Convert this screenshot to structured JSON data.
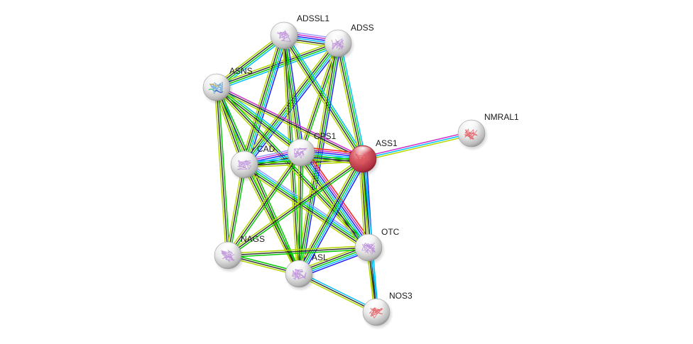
{
  "diagram": {
    "type": "protein-interaction-network",
    "query_protein": "ASS1",
    "evidence_colors": {
      "known_curated": "#00c0ff",
      "known_experimental": "#cc33cc",
      "predicted_neighborhood": "#00cc00",
      "predicted_fusion": "#ff2020",
      "predicted_cooccurrence": "#2020ff",
      "textmining": "#b4d900",
      "coexpression": "#333333",
      "homology": "#9999ff"
    },
    "node_colors": {
      "query": "#d04858",
      "interactor": "#e8e8e8"
    },
    "nodes": [
      {
        "id": "ADSSL1",
        "label": "ADSSL1",
        "query": false,
        "structure": "purple"
      },
      {
        "id": "ADSS",
        "label": "ADSS",
        "query": false,
        "structure": "purple"
      },
      {
        "id": "ASNS",
        "label": "ASNS",
        "query": false,
        "structure": "rainbow"
      },
      {
        "id": "CPS1",
        "label": "CPS1",
        "query": false,
        "structure": "purple"
      },
      {
        "id": "ASS1",
        "label": "ASS1",
        "query": true,
        "structure": "purple"
      },
      {
        "id": "NMRAL1",
        "label": "NMRAL1",
        "query": false,
        "structure": "red"
      },
      {
        "id": "CAD",
        "label": "CAD",
        "query": false,
        "structure": "purple"
      },
      {
        "id": "OTC",
        "label": "OTC",
        "query": false,
        "structure": "purple"
      },
      {
        "id": "NAGS",
        "label": "NAGS",
        "query": false,
        "structure": "purple"
      },
      {
        "id": "ASL",
        "label": "ASL",
        "query": false,
        "structure": "purple"
      },
      {
        "id": "NOS3",
        "label": "NOS3",
        "query": false,
        "structure": "red"
      }
    ],
    "edges": [
      {
        "a": "ADSSL1",
        "b": "ADSS",
        "evidence": [
          "homology",
          "known_experimental",
          "predicted_cooccurrence",
          "known_curated",
          "coexpression",
          "textmining"
        ]
      },
      {
        "a": "ADSSL1",
        "b": "ASNS",
        "evidence": [
          "known_curated",
          "predicted_neighborhood",
          "coexpression",
          "textmining"
        ]
      },
      {
        "a": "ADSS",
        "b": "ASNS",
        "evidence": [
          "known_curated",
          "predicted_neighborhood",
          "coexpression",
          "textmining"
        ]
      },
      {
        "a": "ADSSL1",
        "b": "CAD",
        "evidence": [
          "predicted_cooccurrence",
          "known_curated",
          "predicted_neighborhood",
          "coexpression",
          "textmining"
        ]
      },
      {
        "a": "ADSS",
        "b": "CAD",
        "evidence": [
          "predicted_cooccurrence",
          "known_curated",
          "predicted_neighborhood",
          "coexpression",
          "textmining"
        ]
      },
      {
        "a": "ADSSL1",
        "b": "CPS1",
        "evidence": [
          "predicted_cooccurrence",
          "predicted_neighborhood",
          "coexpression",
          "textmining"
        ]
      },
      {
        "a": "ADSS",
        "b": "CPS1",
        "evidence": [
          "predicted_neighborhood",
          "coexpression",
          "textmining"
        ]
      },
      {
        "a": "ADSSL1",
        "b": "ASS1",
        "evidence": [
          "known_curated",
          "predicted_neighborhood",
          "coexpression",
          "textmining"
        ]
      },
      {
        "a": "ADSS",
        "b": "ASS1",
        "evidence": [
          "known_curated",
          "predicted_neighborhood",
          "coexpression",
          "textmining"
        ]
      },
      {
        "a": "ADSSL1",
        "b": "ASL",
        "evidence": [
          "predicted_neighborhood",
          "coexpression",
          "textmining"
        ]
      },
      {
        "a": "ADSS",
        "b": "ASL",
        "evidence": [
          "predicted_cooccurrence",
          "predicted_neighborhood",
          "coexpression",
          "textmining"
        ]
      },
      {
        "a": "ASNS",
        "b": "CAD",
        "evidence": [
          "known_curated",
          "predicted_neighborhood",
          "coexpression",
          "textmining"
        ]
      },
      {
        "a": "ASNS",
        "b": "CPS1",
        "evidence": [
          "known_curated",
          "predicted_neighborhood",
          "coexpression",
          "textmining"
        ]
      },
      {
        "a": "ASNS",
        "b": "ASS1",
        "evidence": [
          "known_experimental",
          "coexpression",
          "textmining"
        ]
      },
      {
        "a": "ASNS",
        "b": "ASL",
        "evidence": [
          "predicted_neighborhood",
          "coexpression",
          "textmining"
        ]
      },
      {
        "a": "ASNS",
        "b": "NAGS",
        "evidence": [
          "predicted_neighborhood",
          "coexpression",
          "textmining"
        ]
      },
      {
        "a": "ASNS",
        "b": "OTC",
        "evidence": [
          "predicted_neighborhood",
          "coexpression",
          "textmining"
        ]
      },
      {
        "a": "CAD",
        "b": "CPS1",
        "evidence": [
          "homology",
          "known_experimental",
          "predicted_cooccurrence",
          "known_curated",
          "coexpression",
          "textmining"
        ]
      },
      {
        "a": "CAD",
        "b": "ASS1",
        "evidence": [
          "known_curated",
          "predicted_neighborhood",
          "coexpression",
          "textmining"
        ]
      },
      {
        "a": "CAD",
        "b": "OTC",
        "evidence": [
          "homology",
          "known_curated",
          "predicted_neighborhood",
          "coexpression",
          "textmining"
        ]
      },
      {
        "a": "CAD",
        "b": "NAGS",
        "evidence": [
          "predicted_neighborhood",
          "coexpression",
          "textmining"
        ]
      },
      {
        "a": "CAD",
        "b": "ASL",
        "evidence": [
          "predicted_neighborhood",
          "coexpression",
          "textmining"
        ]
      },
      {
        "a": "CPS1",
        "b": "ASS1",
        "evidence": [
          "predicted_fusion",
          "known_experimental",
          "predicted_cooccurrence",
          "known_curated",
          "predicted_neighborhood",
          "coexpression",
          "textmining"
        ]
      },
      {
        "a": "CPS1",
        "b": "OTC",
        "evidence": [
          "predicted_fusion",
          "known_experimental",
          "predicted_cooccurrence",
          "known_curated",
          "predicted_neighborhood",
          "coexpression",
          "textmining"
        ]
      },
      {
        "a": "CPS1",
        "b": "NAGS",
        "evidence": [
          "predicted_neighborhood",
          "coexpression",
          "textmining"
        ]
      },
      {
        "a": "CPS1",
        "b": "ASL",
        "evidence": [
          "predicted_neighborhood",
          "coexpression",
          "textmining"
        ]
      },
      {
        "a": "ASS1",
        "b": "NMRAL1",
        "evidence": [
          "known_experimental",
          "known_curated",
          "textmining"
        ]
      },
      {
        "a": "ASS1",
        "b": "OTC",
        "evidence": [
          "predicted_cooccurrence",
          "known_curated",
          "predicted_neighborhood",
          "coexpression",
          "textmining"
        ]
      },
      {
        "a": "ASS1",
        "b": "ASL",
        "evidence": [
          "predicted_cooccurrence",
          "known_curated",
          "predicted_neighborhood",
          "coexpression",
          "textmining"
        ]
      },
      {
        "a": "ASS1",
        "b": "NAGS",
        "evidence": [
          "predicted_neighborhood",
          "coexpression",
          "textmining"
        ]
      },
      {
        "a": "ASS1",
        "b": "NOS3",
        "evidence": [
          "known_curated",
          "coexpression",
          "textmining"
        ]
      },
      {
        "a": "OTC",
        "b": "ASL",
        "evidence": [
          "predicted_cooccurrence",
          "known_curated",
          "predicted_neighborhood",
          "coexpression",
          "textmining"
        ]
      },
      {
        "a": "OTC",
        "b": "NAGS",
        "evidence": [
          "predicted_neighborhood",
          "coexpression",
          "textmining"
        ]
      },
      {
        "a": "OTC",
        "b": "NOS3",
        "evidence": [
          "known_curated",
          "coexpression",
          "textmining"
        ]
      },
      {
        "a": "NAGS",
        "b": "ASL",
        "evidence": [
          "predicted_neighborhood",
          "coexpression",
          "textmining"
        ]
      },
      {
        "a": "ASL",
        "b": "NOS3",
        "evidence": [
          "known_curated",
          "coexpression",
          "textmining"
        ]
      }
    ]
  }
}
